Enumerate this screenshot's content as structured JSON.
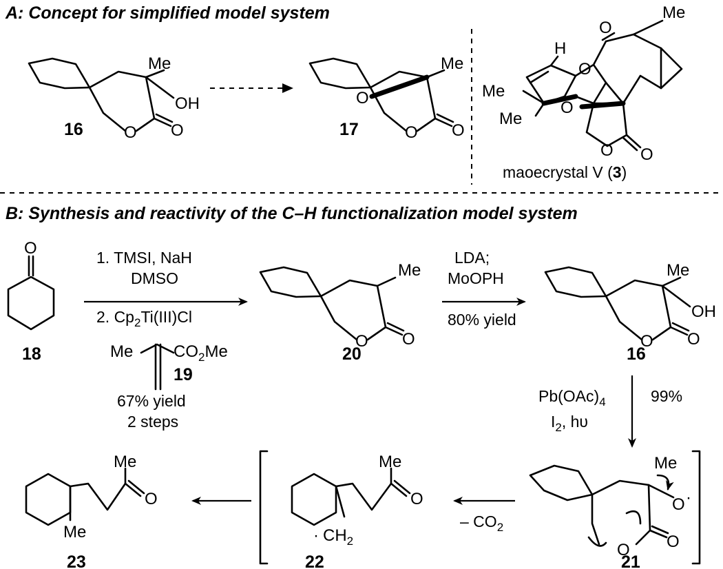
{
  "section_a": {
    "title": "A: Concept for simplified model system",
    "compounds": {
      "c16": "16",
      "c17": "17",
      "maoecrystal": "maoecrystal V (",
      "maoecrystal_num": "3",
      "maoecrystal_close": ")"
    }
  },
  "section_b": {
    "title": "B: Synthesis and reactivity of the C–H functionalization model system",
    "compounds": {
      "c18": "18",
      "c19": "19",
      "c20": "20",
      "c16": "16",
      "c21": "21",
      "c22": "22",
      "c23": "23"
    },
    "step1": {
      "above_1": "1. TMSI, NaH",
      "above_2": "DMSO",
      "below_1": "2. Cp",
      "below_1_sub": "2",
      "below_1_rest": "Ti(III)Cl",
      "yield_1": "67% yield",
      "yield_2": "2 steps"
    },
    "step2": {
      "above_1": "LDA;",
      "above_2": "MoOPH",
      "below": "80% yield"
    },
    "step3": {
      "reagent_1": "Pb(OAc)",
      "reagent_1_sub": "4",
      "reagent_2": "I",
      "reagent_2_sub": "2",
      "reagent_2_rest": ", hυ",
      "yield": "99%"
    },
    "step4": {
      "label": "– CO",
      "label_sub": "2"
    }
  },
  "atoms": {
    "me": "Me",
    "oh": "OH",
    "o": "O",
    "h": "H",
    "co2me": "CO",
    "co2me_sub": "2",
    "co2me_rest": "Me",
    "ch2": "CH",
    "ch2_sub": "2",
    "radical_dot": "·"
  }
}
